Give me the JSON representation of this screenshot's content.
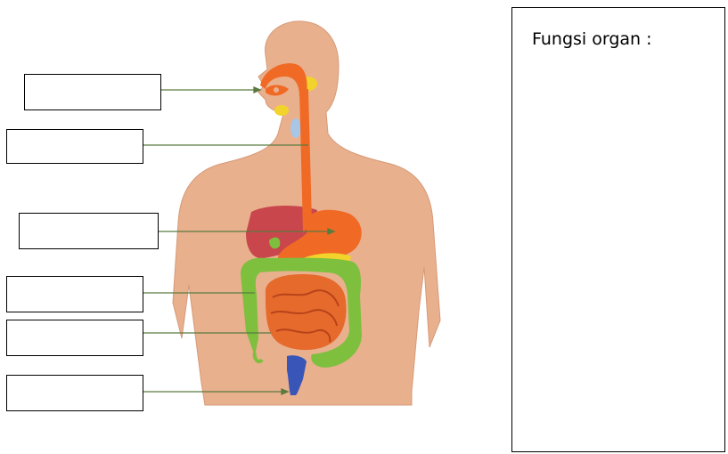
{
  "function_panel": {
    "title": "Fungsi organ :"
  },
  "label_boxes": [
    {
      "id": "mouth",
      "value": ""
    },
    {
      "id": "esophagus",
      "value": ""
    },
    {
      "id": "stomach",
      "value": ""
    },
    {
      "id": "large-intestine",
      "value": ""
    },
    {
      "id": "small-intestine",
      "value": ""
    },
    {
      "id": "rectum",
      "value": ""
    }
  ],
  "colors": {
    "skin": "#e9b08e",
    "digestive_tract": "#f06a26",
    "liver": "#c8464c",
    "large_intestine": "#7ebf3e",
    "small_intestine": "#e56a2c",
    "rectum": "#3a55b8",
    "gland": "#f2d32b",
    "arrow": "#5a7a40"
  }
}
